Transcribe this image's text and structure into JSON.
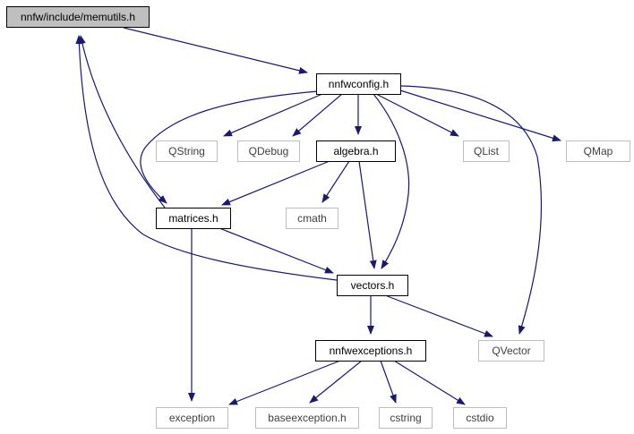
{
  "diagram": {
    "colors": {
      "edge": "#191970",
      "node_border_strong": "#000000",
      "node_border_weak": "#bfbfbf",
      "node_fill": "#ffffff",
      "root_fill": "#bfbfbf",
      "text_strong": "#000000",
      "text_weak": "#404040"
    },
    "nodes": [
      {
        "id": "memutils",
        "label": "nnfw/include/memutils.h",
        "style": "root"
      },
      {
        "id": "nnfwconfig",
        "label": "nnfwconfig.h",
        "style": "strong"
      },
      {
        "id": "qstring",
        "label": "QString",
        "style": "weak"
      },
      {
        "id": "qdebug",
        "label": "QDebug",
        "style": "weak"
      },
      {
        "id": "algebra",
        "label": "algebra.h",
        "style": "strong"
      },
      {
        "id": "qlist",
        "label": "QList",
        "style": "weak"
      },
      {
        "id": "qmap",
        "label": "QMap",
        "style": "weak"
      },
      {
        "id": "matrices",
        "label": "matrices.h",
        "style": "strong"
      },
      {
        "id": "cmath",
        "label": "cmath",
        "style": "weak"
      },
      {
        "id": "vectors",
        "label": "vectors.h",
        "style": "strong"
      },
      {
        "id": "nnfwexceptions",
        "label": "nnfwexceptions.h",
        "style": "strong"
      },
      {
        "id": "qvector",
        "label": "QVector",
        "style": "weak"
      },
      {
        "id": "exception",
        "label": "exception",
        "style": "weak"
      },
      {
        "id": "baseexception",
        "label": "baseexception.h",
        "style": "weak"
      },
      {
        "id": "cstring",
        "label": "cstring",
        "style": "weak"
      },
      {
        "id": "cstdio",
        "label": "cstdio",
        "style": "weak"
      }
    ],
    "edges": [
      {
        "from": "memutils",
        "to": "nnfwconfig"
      },
      {
        "from": "nnfwconfig",
        "to": "qstring"
      },
      {
        "from": "nnfwconfig",
        "to": "qdebug"
      },
      {
        "from": "nnfwconfig",
        "to": "algebra"
      },
      {
        "from": "nnfwconfig",
        "to": "qlist"
      },
      {
        "from": "nnfwconfig",
        "to": "qmap"
      },
      {
        "from": "nnfwconfig",
        "to": "matrices"
      },
      {
        "from": "nnfwconfig",
        "to": "vectors"
      },
      {
        "from": "nnfwconfig",
        "to": "qvector"
      },
      {
        "from": "matrices",
        "to": "memutils"
      },
      {
        "from": "vectors",
        "to": "memutils"
      },
      {
        "from": "algebra",
        "to": "matrices"
      },
      {
        "from": "algebra",
        "to": "cmath"
      },
      {
        "from": "algebra",
        "to": "vectors"
      },
      {
        "from": "matrices",
        "to": "vectors"
      },
      {
        "from": "matrices",
        "to": "exception"
      },
      {
        "from": "vectors",
        "to": "nnfwexceptions"
      },
      {
        "from": "vectors",
        "to": "qvector"
      },
      {
        "from": "nnfwexceptions",
        "to": "exception"
      },
      {
        "from": "nnfwexceptions",
        "to": "baseexception"
      },
      {
        "from": "nnfwexceptions",
        "to": "cstring"
      },
      {
        "from": "nnfwexceptions",
        "to": "cstdio"
      }
    ]
  }
}
